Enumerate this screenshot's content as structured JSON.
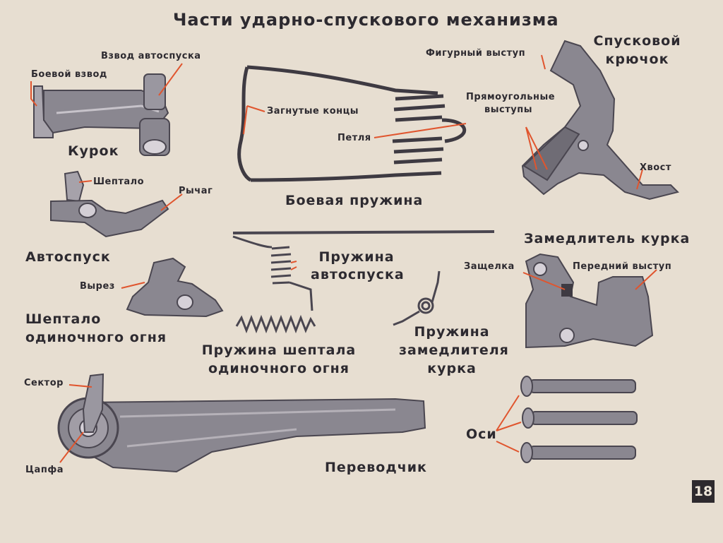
{
  "title": "Части ударно-спускового механизма",
  "page_number": "18",
  "colors": {
    "background": "#e7ded1",
    "metal": "#8a8790",
    "metal_dark": "#4a4650",
    "leader": "#e0552e",
    "text": "#2d2a30"
  },
  "parts": {
    "kurok": {
      "name": "Курок",
      "callouts": [
        "Взвод автоспуска",
        "Боевой взвод"
      ]
    },
    "avtospusk": {
      "name": "Автоспуск",
      "callouts": [
        "Шептало",
        "Рычаг"
      ]
    },
    "shneptalo": {
      "name_line1": "Шептало",
      "name_line2": "одиночного огня",
      "callouts": [
        "Вырез"
      ]
    },
    "boevaya_pruzhina": {
      "name": "Боевая пружина",
      "callouts": [
        "Загнутые концы",
        "Петля"
      ]
    },
    "pruzhina_avtospuska": {
      "name_line1": "Пружина",
      "name_line2": "автоспуска"
    },
    "pruzhina_sheptala": {
      "name_line1": "Пружина шептала",
      "name_line2": "одиночного огня"
    },
    "pruzhina_zamedlitelya": {
      "name_line1": "Пружина",
      "name_line2": "замедлителя",
      "name_line3": "курка"
    },
    "spuskovoy_kryuchok": {
      "name_line1": "Спусковой",
      "name_line2": "крючок",
      "callouts": [
        "Фигурный выступ",
        "Прямоугольные",
        "выступы",
        "Хвост"
      ]
    },
    "zamedlitel": {
      "name": "Замедлитель курка",
      "callouts": [
        "Защелка",
        "Передний выступ"
      ]
    },
    "perevodchik": {
      "name": "Переводчик",
      "callouts": [
        "Сектор",
        "Цапфа"
      ]
    },
    "osi": {
      "name": "Оси"
    }
  }
}
